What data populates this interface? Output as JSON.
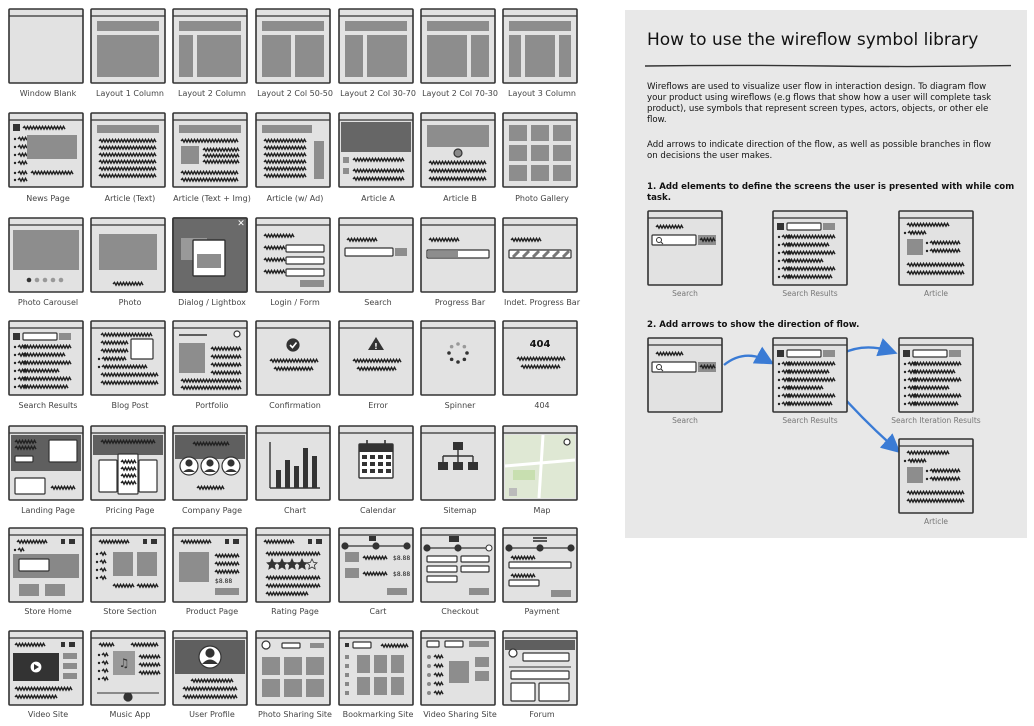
{
  "tiles": [
    [
      "Window Blank",
      "Layout 1 Column",
      "Layout 2 Column",
      "Layout 2 Col 50-50",
      "Layout 2 Col 30-70",
      "Layout 2 Col 70-30",
      "Layout 3 Column"
    ],
    [
      "News Page",
      "Article (Text)",
      "Article (Text + Img)",
      "Article (w/ Ad)",
      "Article A",
      "Article B",
      "Photo Gallery"
    ],
    [
      "Photo Carousel",
      "Photo",
      "Dialog / Lightbox",
      "Login / Form",
      "Search",
      "Progress Bar",
      "Indet. Progress Bar"
    ],
    [
      "Search Results",
      "Blog Post",
      "Portfolio",
      "Confirmation",
      "Error",
      "Spinner",
      "404"
    ],
    [
      "Landing Page",
      "Pricing Page",
      "Company Page",
      "Chart",
      "Calendar",
      "Sitemap",
      "Map"
    ],
    [
      "Store Home",
      "Store Section",
      "Product Page",
      "Rating Page",
      "Cart",
      "Checkout",
      "Payment"
    ],
    [
      "Video Site",
      "Music App",
      "User Profile",
      "Photo Sharing Site",
      "Bookmarking Site",
      "Video Sharing Site",
      "Forum"
    ]
  ],
  "tile_text": {
    "error_404": "404",
    "price_a": "$8.88",
    "price_b": "$8.88",
    "close_x": "✕"
  },
  "panel": {
    "title": "How to use the wireflow symbol library",
    "intro_lines": [
      "Wireflows are used to visualize user flow in interaction design. To diagram flow",
      "your product using wireflows (e.g flows that show how a user will complete task",
      "product), use symbols that represent screen types, actors, objects, or other ele",
      "flow."
    ],
    "arrows_lines": [
      "Add arrows to indicate direction of the flow, as well as possible branches in flow",
      "on decisions the user makes."
    ],
    "step1_lines": [
      "1. Add elements to define the screens the user is presented with while com",
      "task."
    ],
    "step2": "2. Add arrows to show the direction of flow.",
    "step1_examples": [
      "Search",
      "Search Results",
      "Article"
    ],
    "step2_examples": [
      "Search",
      "Search Results",
      "Search Iteration Results",
      "Article"
    ],
    "arrow_color": "#3a7bd5"
  }
}
